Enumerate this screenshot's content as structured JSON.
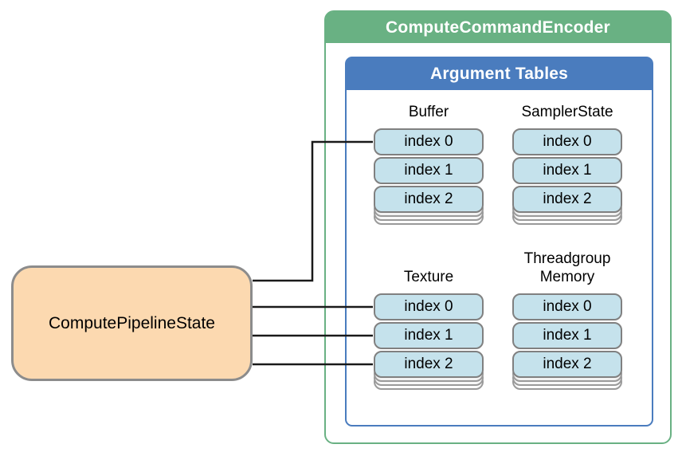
{
  "encoder": {
    "title": "ComputeCommandEncoder"
  },
  "argument_tables": {
    "title": "Argument Tables"
  },
  "pipeline": {
    "label": "ComputePipelineState"
  },
  "tables": [
    {
      "name": "Buffer",
      "rows": [
        "index 0",
        "index 1",
        "index 2"
      ]
    },
    {
      "name": "SamplerState",
      "rows": [
        "index 0",
        "index 1",
        "index 2"
      ]
    },
    {
      "name": "Texture",
      "rows": [
        "index 0",
        "index 1",
        "index 2"
      ]
    },
    {
      "name": "Threadgroup Memory",
      "rows": [
        "index 0",
        "index 1",
        "index 2"
      ]
    }
  ],
  "colors": {
    "encoder_green": "#69b183",
    "argument_tables_blue": "#4a7cbe",
    "chip_fill": "#c5e2ec",
    "chip_border": "#808080",
    "pipeline_fill": "#fcd9b0",
    "pipeline_border": "#8c8c8c",
    "connector": "#1a1a1a",
    "title_text": "#ffffff",
    "body_text": "#000000"
  }
}
